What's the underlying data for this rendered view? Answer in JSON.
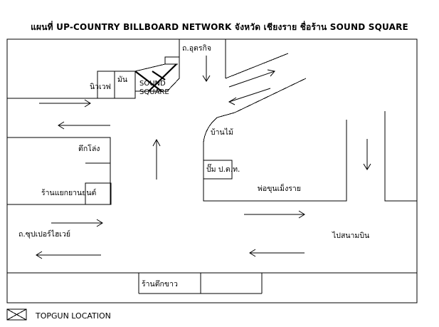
{
  "title": "แผนที่ UP-COUNTRY BILLBOARD NETWORK จังหวัด เชียงราย ชื่อร้าน SOUND SQUARE",
  "labels": {
    "road_uttarakit": "ถ.อุตรกิจ",
    "shop_niwave": "นิวเวฟ",
    "shop_man": "มัน",
    "sound_square_line1": "SOUND",
    "sound_square_line2": "SQUARE",
    "ban_mai": "บ้านไม้",
    "tuk_leng": "ตึกโล่ง",
    "pump_ptt": "ปั๊ม ป.ต.ท.",
    "pho_khun_statue": "พ่อขุนเม็งราย",
    "yarnyon_shop": "ร้านแยกยานยนต์",
    "road_superhighway": "ถ.ซุปเปอร์ไฮเวย์",
    "to_airport": "ไปสนามบิน",
    "tuk_khao_shop": "ร้านตึกขาว"
  },
  "legend": {
    "label": "TOPGUN LOCATION",
    "icon": "box-cross-icon"
  }
}
